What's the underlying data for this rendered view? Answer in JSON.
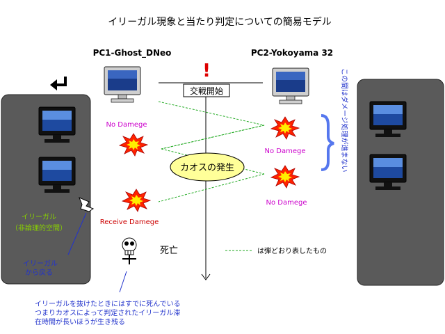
{
  "title": "イリーガル現象と当たり判定についての簡易モデル",
  "pc1_label": "PC1-Ghost_DNeo",
  "pc2_label": "PC2-Yokoyama 32",
  "battle_start": "交戦開始",
  "chaos": "カオスの発生",
  "no_damage_1": "No Damege",
  "no_damage_2": "No Damege",
  "no_damage_3": "No Damege",
  "receive_damage": "Receive Damege",
  "illegal": "イリーガル",
  "illegal_sub": "（非論理的空間）",
  "illegal_return_1": "イリーガル",
  "illegal_return_2": "から戻る",
  "death": "死亡",
  "legend_text": "は弾どおり表したもの",
  "vertical_note": "この間はダメージ処理が進まない",
  "bottom_note_1": "イリーガルを抜けたときにはすでに死んでいる",
  "bottom_note_2": "つまりカオスによって判定されたイリーガル滞",
  "bottom_note_3": "在時間が長いほうが生き残る",
  "exclamation": "!",
  "colors": {
    "panel": "#5a5a5a",
    "green_text": "#88d000",
    "magenta": "#cc00cc",
    "red_text": "#cc0000",
    "blue": "#2233cc",
    "chaos_fill": "#ffff99",
    "dashed": "#22aa22",
    "brace": "#5577ee",
    "explosion_outer": "#ff2200",
    "explosion_inner": "#ffee00"
  }
}
